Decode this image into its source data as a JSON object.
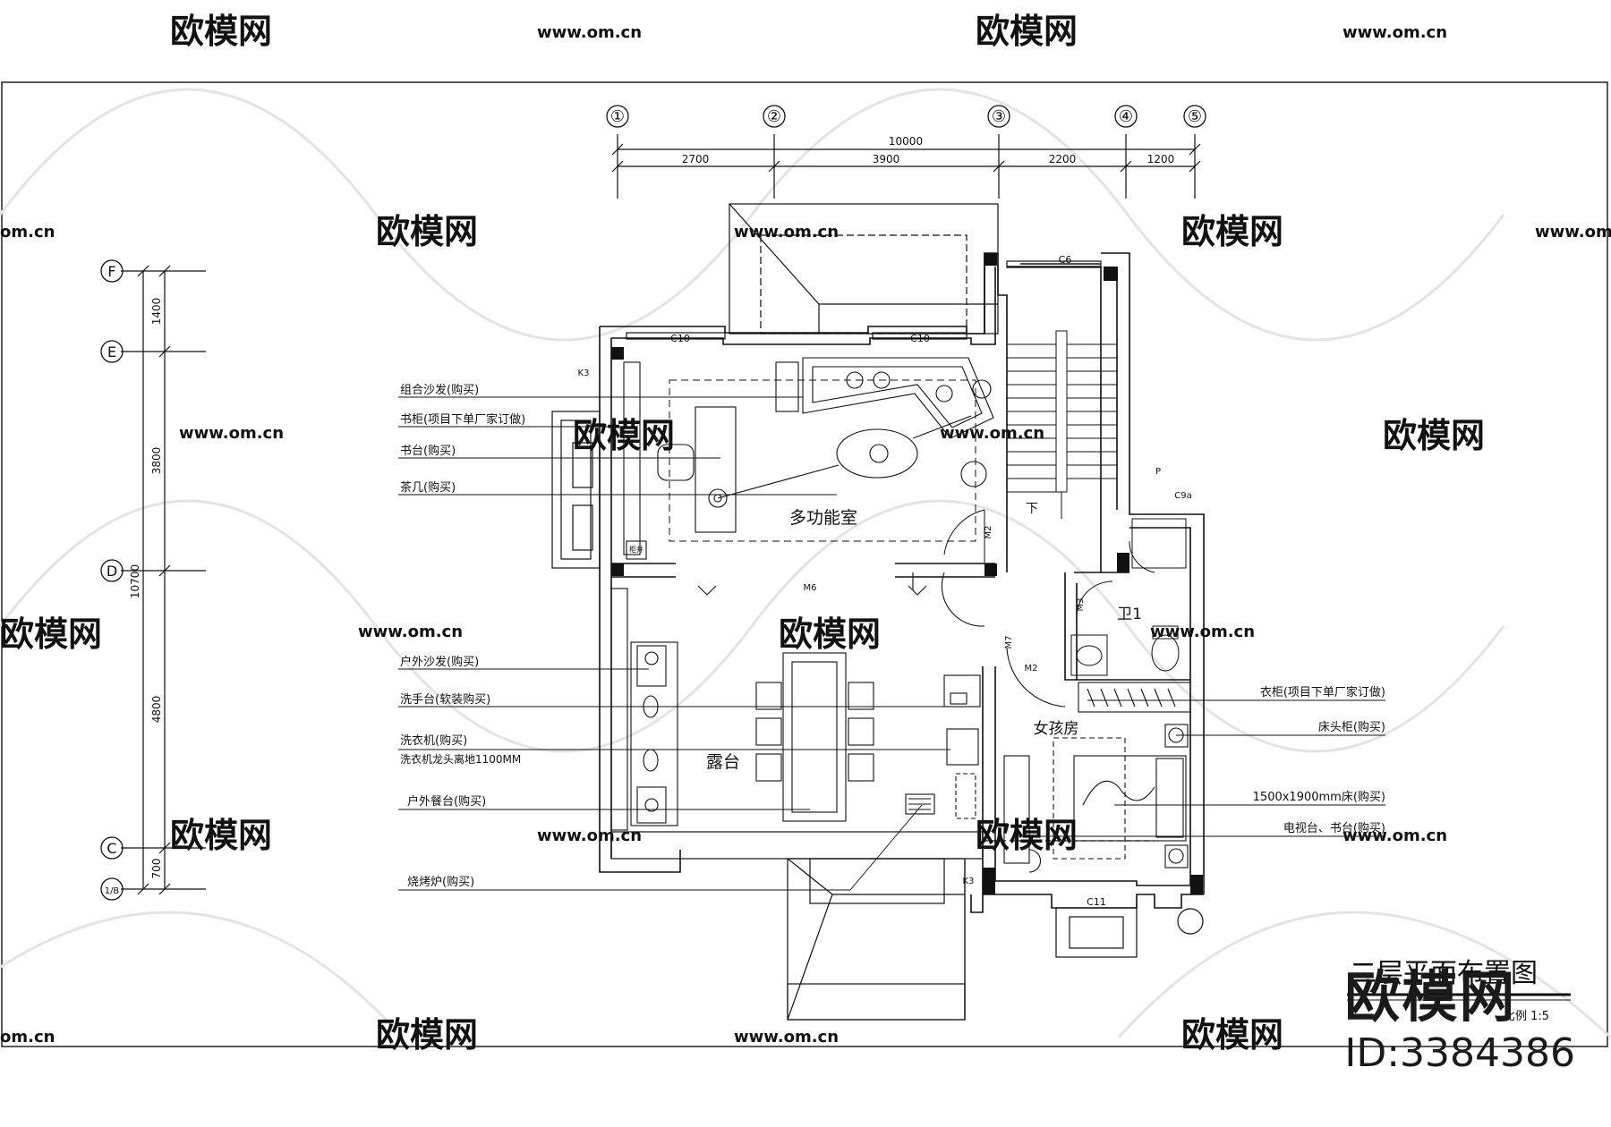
{
  "grid": {
    "columns": [
      "①",
      "②",
      "③",
      "④",
      "⑤"
    ],
    "rows": [
      "F",
      "E",
      "D",
      "C",
      "1/B"
    ]
  },
  "dimensions": {
    "top_total": "10000",
    "top_segments": [
      "2700",
      "3900",
      "2200",
      "1200"
    ],
    "left_total": "10700",
    "left_segments": [
      "1400",
      "3800",
      "4800",
      "700"
    ]
  },
  "rooms": {
    "multi_room": "多功能室",
    "terrace": "露台",
    "girl_room": "女孩房",
    "bath": "卫1",
    "down": "下"
  },
  "codes": {
    "c10_a": "C10",
    "c10_b": "C10",
    "c6": "C6",
    "c11": "C11",
    "c9a": "C9a",
    "p": "P",
    "k3_a": "K3",
    "k3_b": "K3",
    "m6": "M6",
    "m2_a": "M2",
    "m2_b": "M2",
    "m3": "M3",
    "m7": "M7",
    "cab": "柜井"
  },
  "annotations_left": [
    "组合沙发(购买)",
    "书柜(项目下单厂家订做)",
    "书台(购买)",
    "茶几(购买)",
    "户外沙发(购买)",
    "洗手台(软装购买)",
    "洗衣机(购买)",
    "洗衣机龙头离地1100MM",
    "户外餐台(购买)",
    "烧烤炉(购买)"
  ],
  "annotations_right": [
    "衣柜(项目下单厂家订做)",
    "床头柜(购买)",
    "1500x1900mm床(购买)",
    "电视台、书台(购买)"
  ],
  "title_block": {
    "title": "二层平面布置图",
    "scale": "比例 1:5"
  },
  "watermark": {
    "brand": "欧模网",
    "url": "www.om.cn",
    "url_fragment": "om.cn",
    "id": "ID:3384386"
  }
}
